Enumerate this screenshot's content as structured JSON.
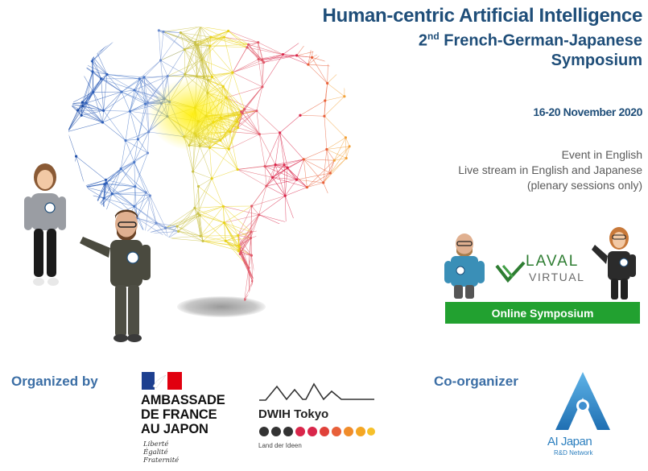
{
  "header": {
    "title_line1": "Human-centric Artificial Intelligence",
    "title_ordinal_number": "2",
    "title_ordinal_suffix": "nd",
    "title_line2_rest": " French-German-Japanese",
    "title_line3": "Symposium",
    "dates": "16-20 November 2020"
  },
  "info": {
    "line1": "Event in English",
    "line2": "Live stream in English and Japanese",
    "line3": "(plenary sessions only)"
  },
  "laval": {
    "logo_top": "LAVAL",
    "logo_bottom": "VIRTUAL",
    "banner": "Online Symposium"
  },
  "footer": {
    "organized_by": "Organized by",
    "co_organizer": "Co-organizer",
    "ambassade": {
      "line1": "AMBASSADE",
      "line2": "DE FRANCE",
      "line3": "AU JAPON",
      "motto1": "Liberté",
      "motto2": "Égalité",
      "motto3": "Fraternité"
    },
    "dwih": {
      "name": "DWIH Tokyo",
      "tagline": "Land der Ideen"
    },
    "ai_japan": {
      "name": "AI Japan",
      "subtitle": "R&D Network"
    }
  },
  "colors": {
    "title_blue": "#1f4e79",
    "label_blue": "#3b6ea5",
    "banner_green": "#22a130",
    "laval_green": "#2e7d32",
    "ai_japan_blue": "#2c7fbf"
  },
  "icons": [
    "brain-network-graphic",
    "avatar-woman",
    "avatar-man",
    "laval-check-logo",
    "french-flag-logo",
    "dwih-roof-logo",
    "ai-japan-logo"
  ]
}
